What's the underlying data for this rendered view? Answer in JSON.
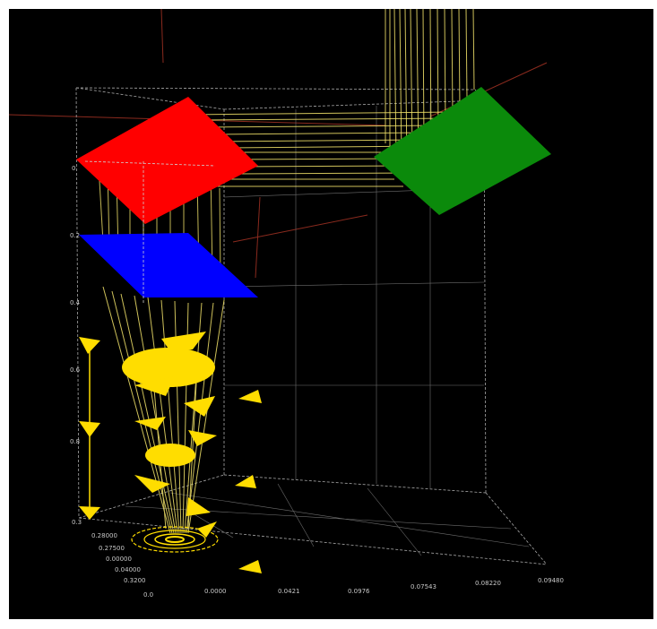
{
  "scene": {
    "background": "#000000",
    "colors": {
      "red_plane": "#ff0000",
      "green_plane": "#0b8a0b",
      "blue_plane": "#0000ff",
      "particles": "#ffdd00",
      "beam_lines": "#f2e36a",
      "grid": "#a8a8a8",
      "guide_lines": "#8a2a1e"
    },
    "axis_labels": {
      "x_ticks": [
        "0.0000",
        "0.0421",
        "0.0976",
        "0.07543",
        "0.08220",
        "0.09480"
      ],
      "y_ticks": [
        "0.3",
        "0.28000",
        "0.27500",
        "0.00000",
        "0.04000",
        "0.3200"
      ],
      "z_ticks": [
        "0",
        "0.2",
        "0.4",
        "0.6",
        "0.8"
      ],
      "corner": "0.0"
    }
  }
}
